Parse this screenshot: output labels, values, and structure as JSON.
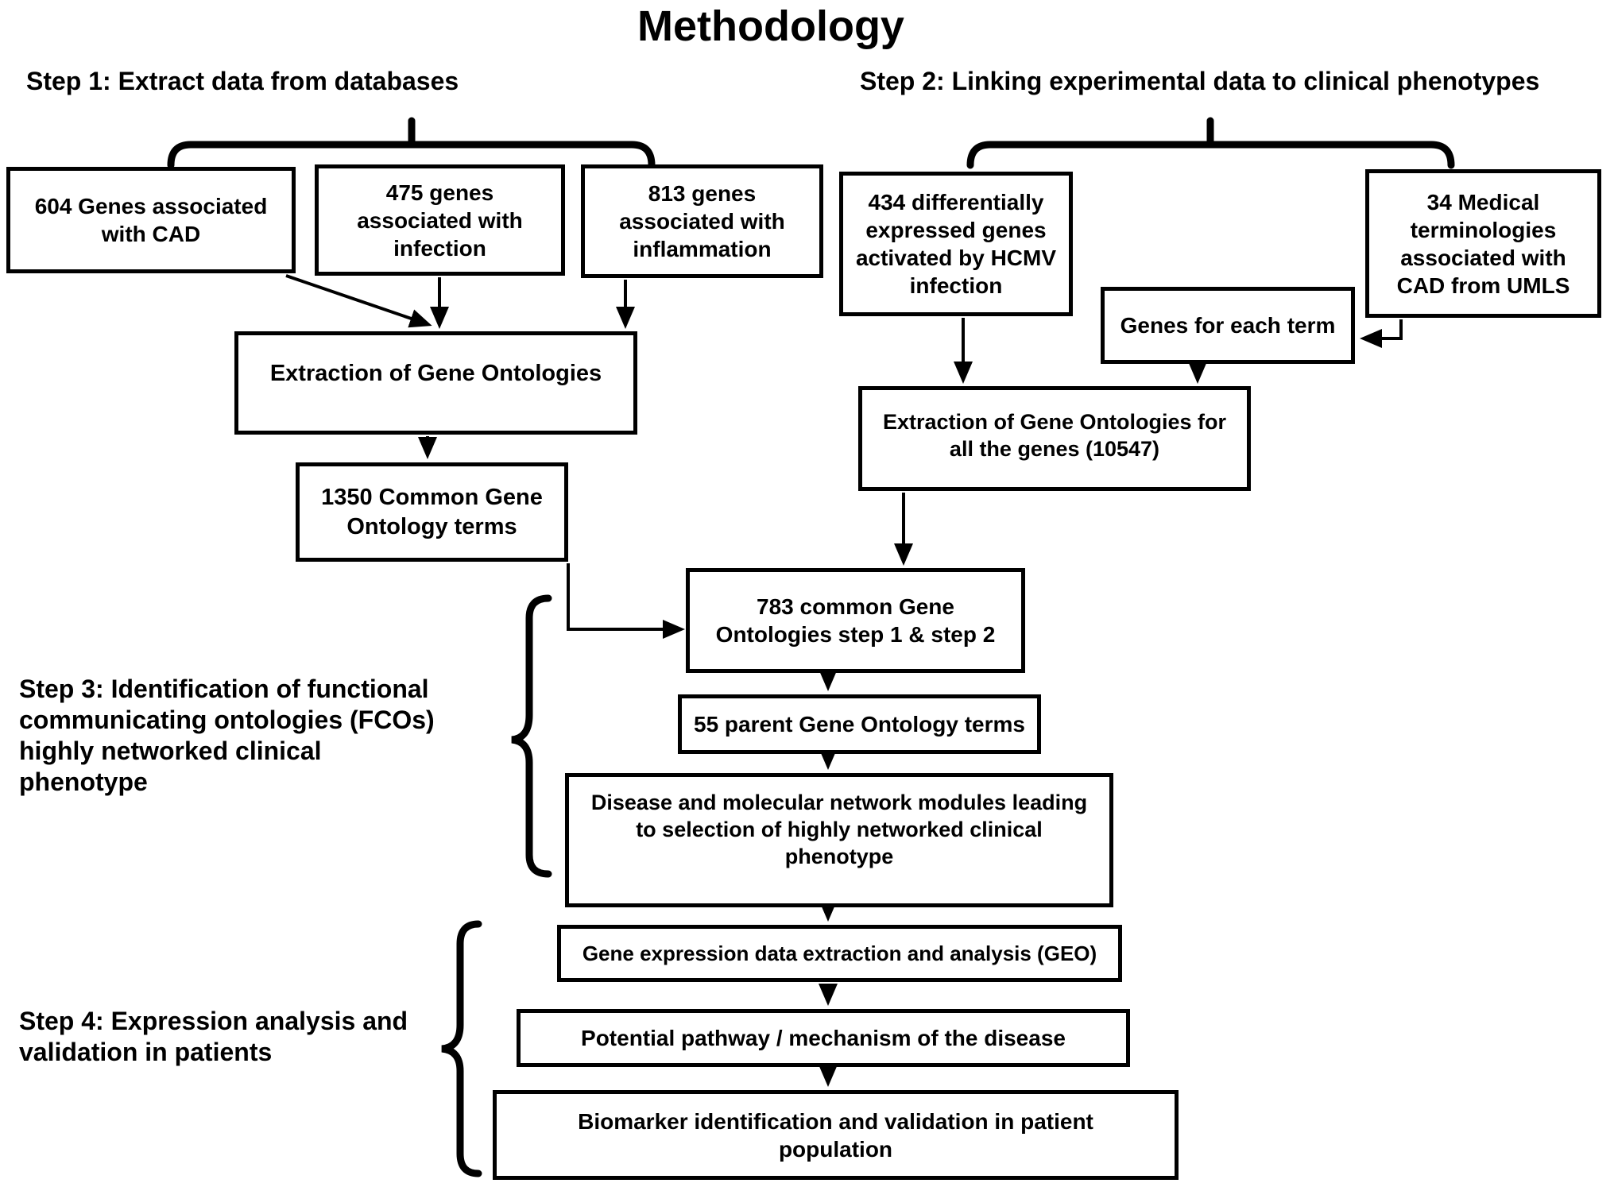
{
  "title": "Methodology",
  "sections": {
    "step1": {
      "heading": "Step 1: Extract data from databases"
    },
    "step2": {
      "heading": "Step 2: Linking  experimental data to clinical phenotypes"
    },
    "step3": {
      "label": "Step 3: Identification of functional\ncommunicating ontologies (FCOs)\nhighly networked clinical\nphenotype"
    },
    "step4": {
      "label": "Step 4: Expression analysis and\nvalidation in patients"
    }
  },
  "boxes": {
    "genes_cad": {
      "text": "604 Genes associated\nwith CAD"
    },
    "genes_infection": {
      "text": "475 genes\nassociated with\ninfection"
    },
    "genes_inflammation": {
      "text": "813 genes\nassociated with\ninflammation"
    },
    "hcmv_genes": {
      "text": "434 differentially\nexpressed genes\nactivated by HCMV\ninfection"
    },
    "genes_each_term": {
      "text": "Genes for each term"
    },
    "umls_terms": {
      "text": "34 Medical\nterminologies\nassociated with\nCAD from UMLS"
    },
    "extraction_step1": {
      "text": "Extraction of Gene Ontologies"
    },
    "common_1350": {
      "text": "1350 Common Gene\nOntology terms"
    },
    "extraction_step2": {
      "text": "Extraction of  Gene Ontologies for\nall the genes (10547)"
    },
    "common_783": {
      "text": "783 common Gene\nOntologies step 1 & step 2"
    },
    "parent_55": {
      "text": "55 parent Gene Ontology terms"
    },
    "disease_modules": {
      "text": "Disease and molecular network modules leading\nto selection of highly networked clinical\nphenotype"
    },
    "geo_analysis": {
      "text": "Gene expression data extraction and analysis (GEO)"
    },
    "pathway": {
      "text": "Potential pathway / mechanism of the disease"
    },
    "biomarker": {
      "text": "Biomarker identification and validation in patient\npopulation"
    }
  },
  "colors": {
    "ink": "#000000",
    "paper": "#ffffff"
  }
}
